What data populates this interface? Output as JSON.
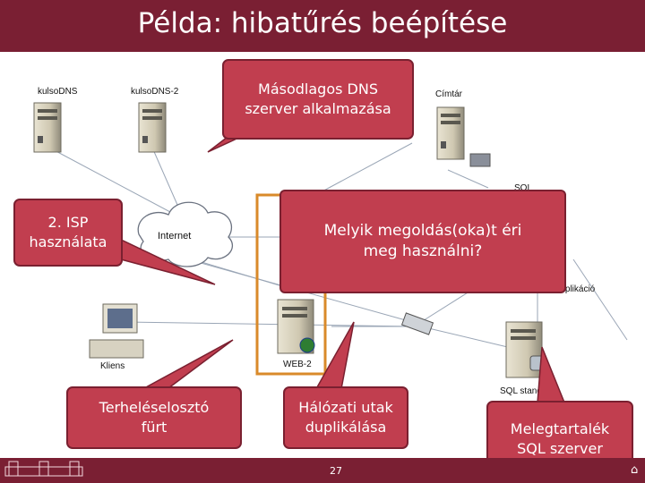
{
  "title": "Példa: hibatűrés beépítése",
  "nodes": {
    "dns1": "kulsoDNS",
    "dns2": "kulsoDNS-2",
    "directory": "Címtár",
    "sql": "SQL",
    "internet": "Internet",
    "client": "Kliens",
    "web2": "WEB-2",
    "sql_standby": "SQL standby",
    "replication": "replikáció"
  },
  "callouts": {
    "dns": "Másodlagos DNS\nszerver alkalmazása",
    "isp": "2. ISP\nhasználata",
    "question": "Melyik megoldás(oka)t éri\nmeg használni?",
    "loadbalancer": "Terheléselosztó\nfürt",
    "paths": "Hálózati utak\nduplikálása",
    "sqlstandby": "Melegtartalék\nSQL szerver"
  },
  "footer": {
    "page_number": "27"
  },
  "colors": {
    "title_bar": "#7a1f33",
    "callout": "#c13e4f",
    "highlight": "#d98a2a"
  }
}
